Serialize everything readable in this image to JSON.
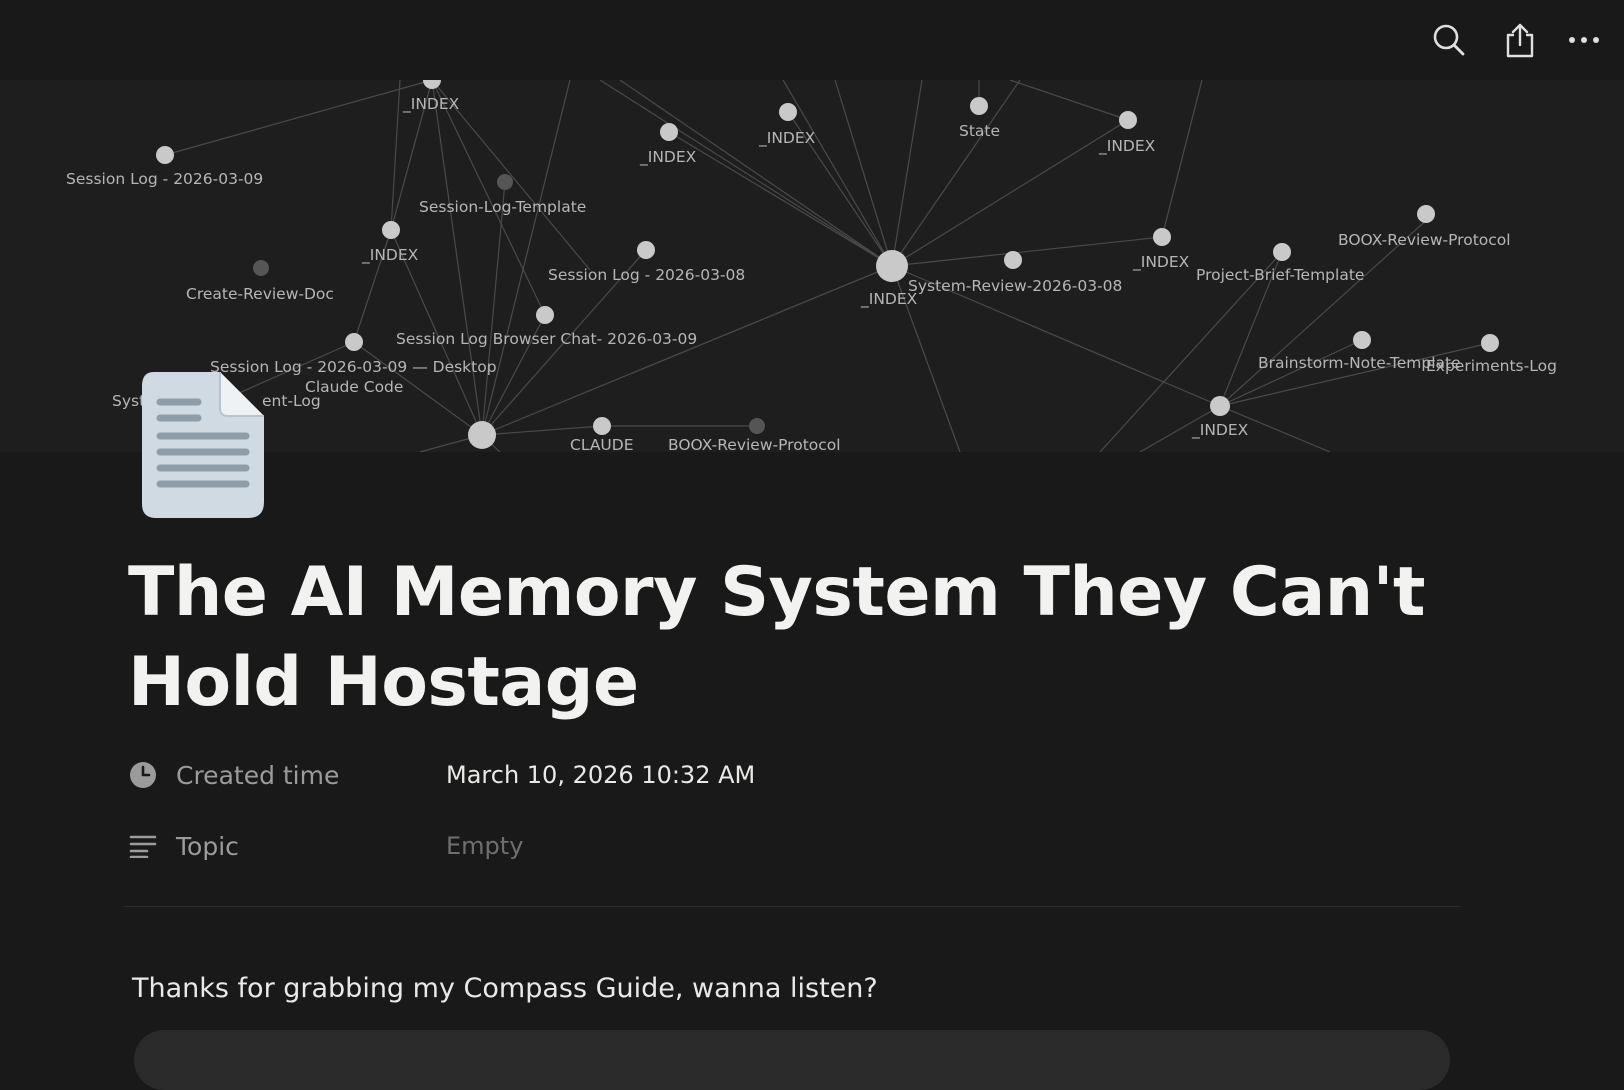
{
  "toolbar": {
    "search_icon": "search-icon",
    "share_icon": "share-icon",
    "more_icon": "more-icon"
  },
  "cover": {
    "graph_labels": [
      "_INDEX",
      "Session Log - 2026-03-09",
      "_INDEX",
      "_INDEX",
      "State",
      "_INDEX",
      "Session-Log-Template",
      "_INDEX",
      "Create-Review-Doc",
      "Session Log - 2026-03-08",
      "_INDEX",
      "System-Review-2026-03-08",
      "_INDEX",
      "Project-Brief-Template",
      "BOOX-Review-Protocol",
      "Session Log Browser Chat- 2026-03-09",
      "Session Log - 2026-03-09 — Desktop",
      "Claude Code",
      "Brainstorm-Note-Template",
      "Experiments-Log",
      "Syst",
      "ent-Log",
      "_INDEX",
      "CLAUDE",
      "BOOX-Review-Protocol"
    ]
  },
  "page": {
    "icon": "document-icon",
    "title": "The AI Memory System They Can't Hold Hostage",
    "properties": {
      "created_label": "Created time",
      "created_value": "March 10, 2026 10:32 AM",
      "topic_label": "Topic",
      "topic_value": "Empty"
    },
    "body_text": "Thanks for grabbing my Compass Guide, wanna listen?"
  },
  "colors": {
    "background": "#191919",
    "cover_background": "#1e1e1e",
    "node": "#c9c9c9",
    "edge": "#4a4a4a",
    "title": "#f2f2f0",
    "muted": "#9b9b9b"
  }
}
